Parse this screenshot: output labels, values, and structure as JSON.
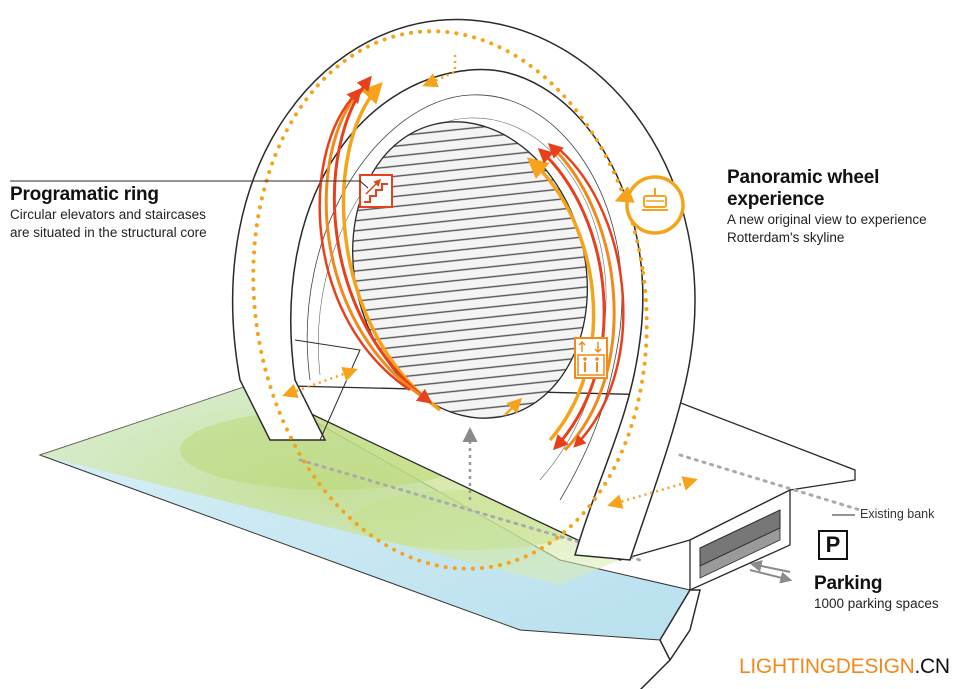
{
  "labels": {
    "programatic_ring": {
      "title": "Programatic ring",
      "desc_line1": "Circular elevators and staircases",
      "desc_line2": "are situated in the structural core"
    },
    "panoramic_wheel": {
      "title_line1": "Panoramic wheel",
      "title_line2": "experience",
      "desc_line1": "A new original view to experience",
      "desc_line2": "Rotterdam's skyline"
    },
    "existing_bank": "Existing bank",
    "parking": {
      "icon_letter": "P",
      "title": "Parking",
      "desc": "1000 parking spaces"
    }
  },
  "watermark": {
    "part1": "LIGHTINGDESIGN",
    "part2": ".CN"
  },
  "colors": {
    "accent_orange": "#f5a31a",
    "arrow_red": "#e8401c",
    "water_blue": "#cfe9f2",
    "grass_green": "#c8df8a",
    "structure_white": "#ffffff",
    "outline": "#2a2a2a"
  }
}
